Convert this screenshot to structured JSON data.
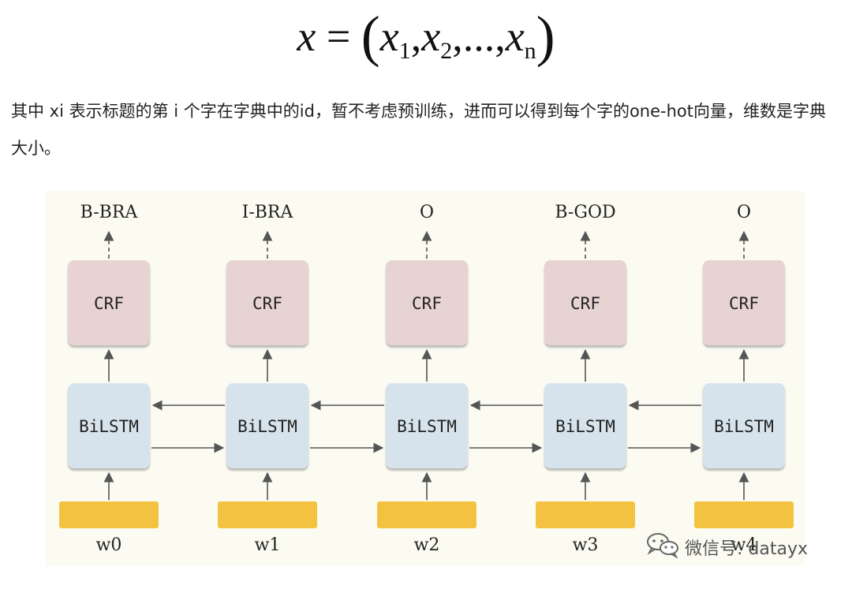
{
  "formula": {
    "lhs": "x",
    "equals": "=",
    "open": "(",
    "close": ")",
    "terms": [
      {
        "base": "x",
        "sub": "1",
        "sep": ","
      },
      {
        "base": "x",
        "sub": "2",
        "sep": ","
      },
      {
        "base": "...",
        "sub": "",
        "sep": ","
      },
      {
        "base": "x",
        "sub": "n",
        "sep": ""
      }
    ]
  },
  "paragraph": "其中 xi 表示标题的第 i 个字在字典中的id，暂不考虑预训练，进而可以得到每个字的one-hot向量，维数是字典大小。",
  "diagram": {
    "columns": [
      {
        "tag": "B-BRA",
        "crf": "CRF",
        "bilstm": "BiLSTM",
        "word": "w0"
      },
      {
        "tag": "I-BRA",
        "crf": "CRF",
        "bilstm": "BiLSTM",
        "word": "w1"
      },
      {
        "tag": "O",
        "crf": "CRF",
        "bilstm": "BiLSTM",
        "word": "w2"
      },
      {
        "tag": "B-GOD",
        "crf": "CRF",
        "bilstm": "BiLSTM",
        "word": "w3"
      },
      {
        "tag": "O",
        "crf": "CRF",
        "bilstm": "BiLSTM",
        "word": "w4"
      }
    ],
    "colors": {
      "background": "#fcfbf1",
      "crf_fill": "#e8d3d3",
      "bilstm_fill": "#d6e3ec",
      "embedding_fill": "#f4c241",
      "arrow": "#555555"
    }
  },
  "watermark": {
    "icon": "wechat-icon",
    "text": "微信号: datayx"
  }
}
